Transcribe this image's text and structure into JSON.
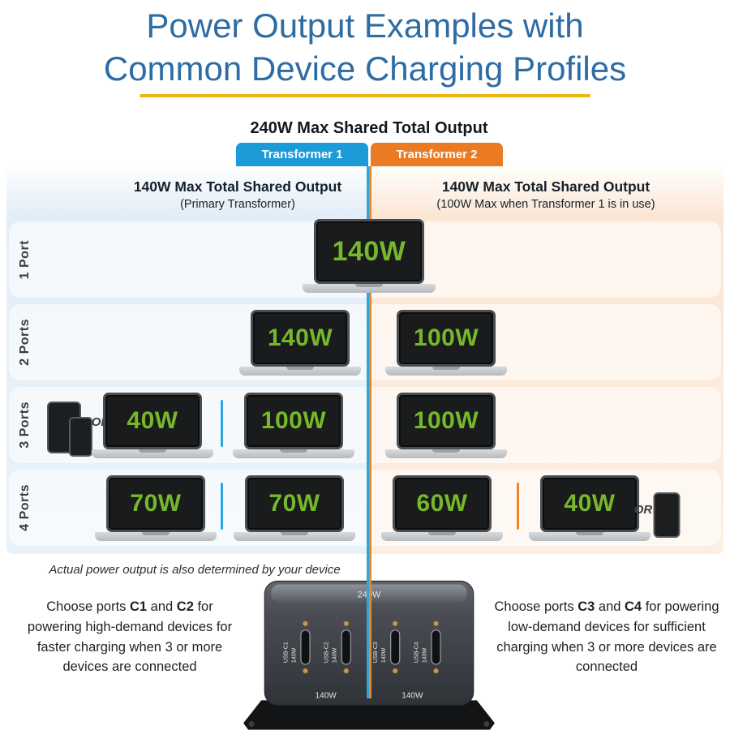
{
  "title": {
    "line1": "Power Output Examples with",
    "line2": "Common Device Charging Profiles"
  },
  "shared_output_heading": "240W Max Shared Total Output",
  "tabs": {
    "t1": "Transformer 1",
    "t2": "Transformer 2"
  },
  "columns": {
    "left": {
      "title": "140W Max Total Shared Output",
      "subtitle": "(Primary Transformer)"
    },
    "right": {
      "title": "140W Max Total Shared Output",
      "subtitle": "(100W Max when Transformer 1 is in use)"
    }
  },
  "rows": {
    "r1": {
      "label": "1 Port",
      "w1": "140W"
    },
    "r2": {
      "label": "2 Ports",
      "w1": "140W",
      "w2": "100W"
    },
    "r3": {
      "label": "3 Ports",
      "or": "OR",
      "w1": "40W",
      "w2": "100W",
      "w3": "100W"
    },
    "r4": {
      "label": "4 Ports",
      "w1": "70W",
      "w2": "70W",
      "w3": "60W",
      "w4": "40W",
      "or": "OR"
    }
  },
  "note": "Actual power output is also determined by your device",
  "footer": {
    "left": {
      "p1": "Choose ports ",
      "b1": "C1",
      "p2": " and ",
      "b2": "C2",
      "p3": " for powering high-demand devices for faster charging when 3 or more devices are connected"
    },
    "right": {
      "p1": "Choose ports ",
      "b1": "C3",
      "p2": " and ",
      "b2": "C4",
      "p3": " for powering low-demand devices for sufficient charging when 3 or more devices are connected"
    }
  },
  "device": {
    "top_label": "240W",
    "ports": [
      {
        "name": "USB-C1",
        "watt": "140W"
      },
      {
        "name": "USB-C2",
        "watt": "140W"
      },
      {
        "name": "USB-C3",
        "watt": "140W"
      },
      {
        "name": "USB-C4",
        "watt": "140W"
      }
    ],
    "bottom_left": "140W",
    "bottom_right": "140W"
  },
  "colors": {
    "title_blue": "#2e6ca4",
    "gold_rule": "#f2b610",
    "tab_blue": "#1b9cd8",
    "tab_orange": "#ea7b23",
    "wattage_green": "#76b82a",
    "divider_blue": "#29a8e0",
    "divider_orange": "#f08326"
  }
}
